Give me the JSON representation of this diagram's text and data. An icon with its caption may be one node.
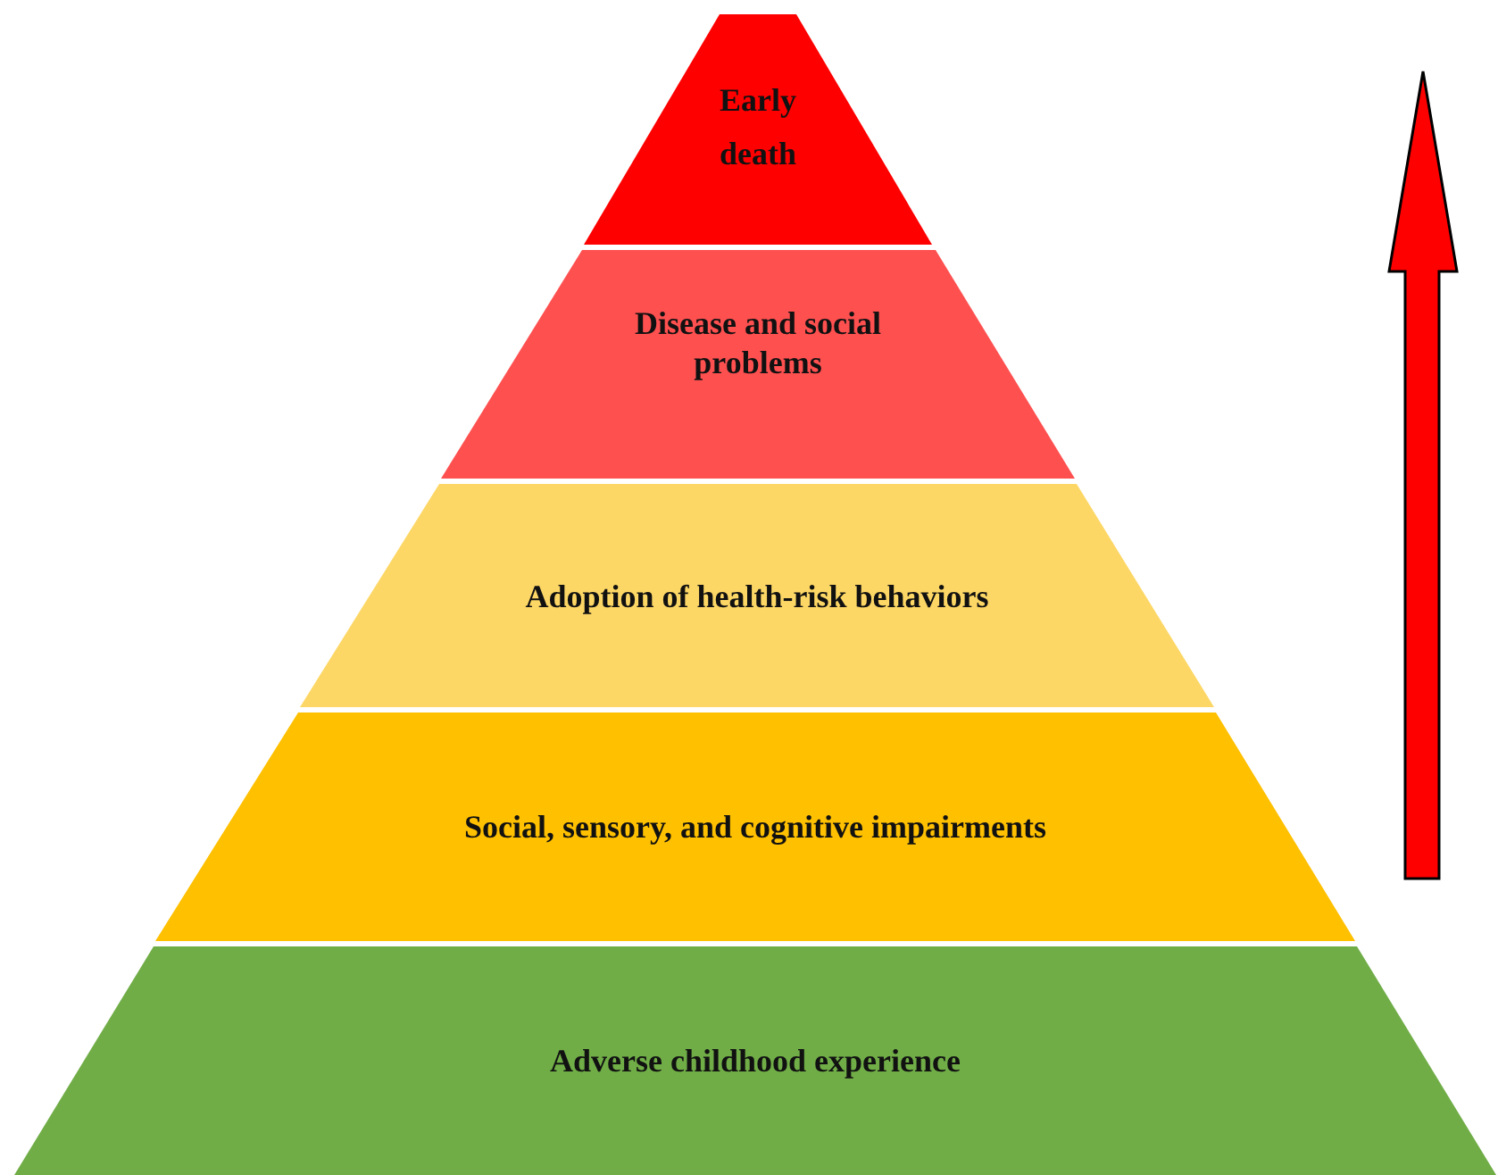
{
  "diagram": {
    "nodes": [
      {
        "text": [
          "Early death"
        ]
      },
      {
        "text": [
          "Disease and social problems"
        ]
      },
      {
        "text": [
          "Adoption of health-risk behaviors"
        ]
      },
      {
        "text": [
          "Social, sensory, and cognitive impairments"
        ]
      },
      {
        "text": [
          "Adverse childhood experience"
        ]
      }
    ],
    "edges": []
  }
}
